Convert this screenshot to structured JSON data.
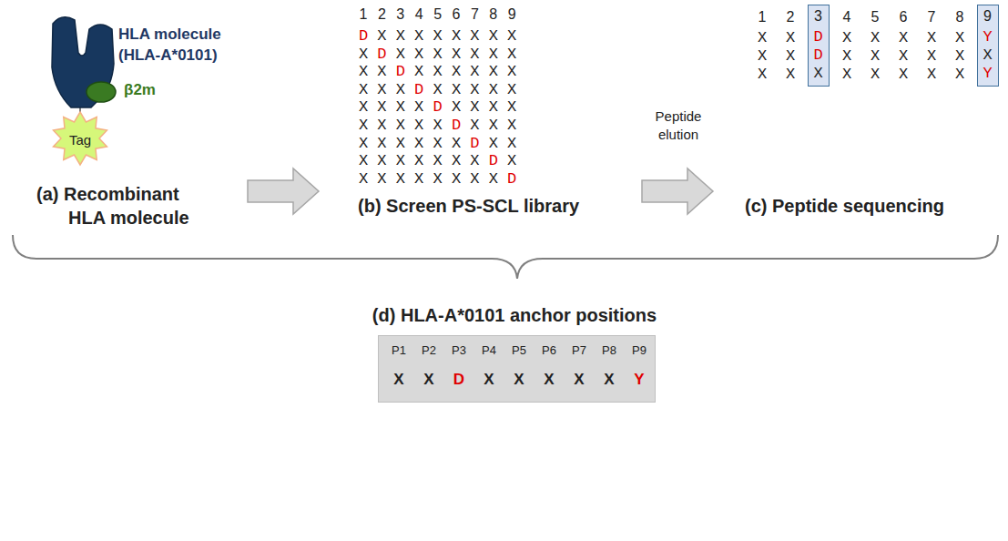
{
  "diagram": {
    "nodes": [
      {
        "text": [
          "HLA molecule (HLA-A*0101)"
        ]
      },
      {
        "text": [
          "β2m"
        ]
      },
      {
        "text": [
          "Tag"
        ]
      },
      {
        "text": [
          "3",
          "D",
          "D",
          "X"
        ]
      },
      {
        "text": [
          "9",
          "Y",
          "X",
          "Y"
        ]
      },
      {
        "text": [
          "P1",
          "P2",
          "P3",
          "P4",
          "P5",
          "P6",
          "P7",
          "P8",
          "P9",
          "X",
          "X",
          "D",
          "X",
          "X",
          "X",
          "X",
          "X",
          "Y"
        ]
      }
    ],
    "edges": [
      {
        "from": 0,
        "to": 2,
        "arrow": "none"
      }
    ],
    "labels": [
      "1",
      "2",
      "3",
      "4",
      "5",
      "6",
      "7",
      "8",
      "9",
      "D",
      "X",
      "X",
      "X",
      "X",
      "X",
      "X",
      "X",
      "X",
      "X",
      "D",
      "X",
      "X",
      "X",
      "X",
      "X",
      "X",
      "X",
      "X",
      "X",
      "D",
      "X",
      "X",
      "X",
      "X",
      "X",
      "X",
      "X",
      "X",
      "X",
      "D",
      "X",
      "X",
      "X",
      "X",
      "X",
      "X",
      "X",
      "X",
      "X",
      "D",
      "X",
      "X",
      "X",
      "X",
      "X",
      "X",
      "X",
      "X",
      "X",
      "D",
      "X",
      "X",
      "X",
      "X",
      "X",
      "X",
      "X",
      "X",
      "X",
      "D",
      "X",
      "X",
      "X",
      "X",
      "X",
      "X",
      "X",
      "X",
      "X",
      "D",
      "X",
      "X",
      "X",
      "X",
      "X",
      "X",
      "X",
      "X",
      "X",
      "D",
      "Peptide elution",
      "1",
      "2",
      "4",
      "5",
      "6",
      "7",
      "8",
      "X",
      "X",
      "X",
      "X",
      "X",
      "X",
      "X",
      "X",
      "X",
      "X",
      "X",
      "X",
      "X",
      "X",
      "X",
      "X",
      "X",
      "X",
      "X",
      "X",
      "X",
      "(a) Recombinant HLA molecule",
      "(b) Screen PS-SCL library",
      "(c) Peptide sequencing",
      "(d) HLA-A*0101 anchor positions"
    ]
  }
}
